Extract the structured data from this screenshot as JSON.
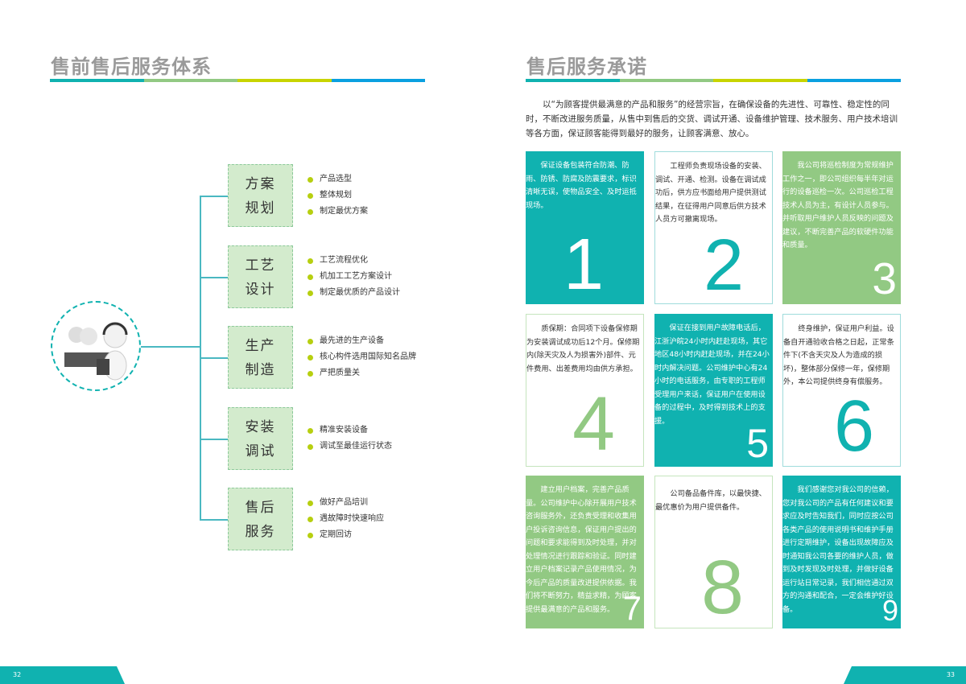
{
  "left": {
    "title": "售前售后服务体系",
    "page": "32",
    "stages": [
      {
        "title": [
          "方案",
          "规划"
        ],
        "items": [
          "产品选型",
          "整体规划",
          "制定最优方案"
        ]
      },
      {
        "title": [
          "工艺",
          "设计"
        ],
        "items": [
          "工艺流程优化",
          "机加工工艺方案设计",
          "制定最优质的产品设计"
        ]
      },
      {
        "title": [
          "生产",
          "制造"
        ],
        "items": [
          "最先进的生产设备",
          "核心构件选用国际知名品牌",
          "严把质量关"
        ]
      },
      {
        "title": [
          "安装",
          "调试"
        ],
        "items": [
          "精准安装设备",
          "调试至最佳运行状态"
        ]
      },
      {
        "title": [
          "售后",
          "服务"
        ],
        "items": [
          "做好产品培训",
          "遇故障时快速响应",
          "定期回访"
        ]
      }
    ]
  },
  "right": {
    "title": "售后服务承诺",
    "page": "33",
    "intro": "以“为顾客提供最满意的产品和服务”的经营宗旨，在确保设备的先进性、可靠性、稳定性的同时，不断改进服务质量，从售中到售后的交货、调试开通、设备维护管理、技术服务、用户技术培训等各方面，保证顾客能得到最好的服务，让顾客满意、放心。",
    "cards": [
      {
        "num": "1",
        "text": "保证设备包装符合防潮、防雨、防锈、防腐及防震要求，标识清晰无误，使物品安全、及时运抵现场。"
      },
      {
        "num": "2",
        "text": "工程师负责现场设备的安装、调试、开通、检测。设备在调试成功后，供方应书面给用户提供测试结果，在征得用户同意后供方技术人员方可撤离现场。"
      },
      {
        "num": "3",
        "text": "我公司将巡检制度为常规维护工作之一，即公司组织每半年对运行的设备巡检一次。公司巡检工程技术人员为主，有设计人员参与。并听取用户维护人员反映的问题及建议，不断完善产品的软硬件功能和质量。"
      },
      {
        "num": "4",
        "text": "质保期：合同项下设备保修期为安装调试成功后12个月。保修期内(除天灾及人为损害外)部件、元件费用、出差费用均由供方承担。"
      },
      {
        "num": "5",
        "text": "保证在接到用户故障电话后，江浙沪皖24小时内赶赴现场，其它地区48小时内赶赴现场，并在24小时内解决问题。公司维护中心有24小时的电话服务，由专职的工程师受理用户来话，保证用户在使用设备的过程中，及时得到技术上的支援。"
      },
      {
        "num": "6",
        "text": "终身维护，保证用户利益。设备自开通验收合格之日起，正常条件下(不含天灾及人为造成的损坏)，整体部分保修一年，保修期外，本公司提供终身有偿服务。"
      },
      {
        "num": "7",
        "text": "建立用户档案，完善产品质量。公司维护中心除开展用户技术咨询服务外，还负责受理和收集用户投诉咨询信息，保证用户提出的问题和要求能得到及时处理，并对处理情况进行跟踪和验证。同时建立用户档案记录产品使用情况，为今后产品的质量改进提供依据。我们将不断努力，精益求精，为顾客提供最满意的产品和服务。"
      },
      {
        "num": "8",
        "text": "公司备品备件库，以最快捷、最优惠价为用户提供备件。"
      },
      {
        "num": "9",
        "text": "我们感谢您对我公司的信赖，您对我公司的产品有任何建议和要求应及时告知我们，同时应按公司各类产品的使用说明书和维护手册进行定期维护，设备出现故障应及时通知我公司各要的维护人员，做到及时发现及时处理，并做好设备运行站日常记录，我们相信通过双方的沟通和配合，一定会维护好设备。"
      }
    ]
  },
  "colors": {
    "teal": "#10b2b0",
    "green": "#92c983",
    "lime": "#c8d400",
    "blue": "#0aa0e0"
  }
}
